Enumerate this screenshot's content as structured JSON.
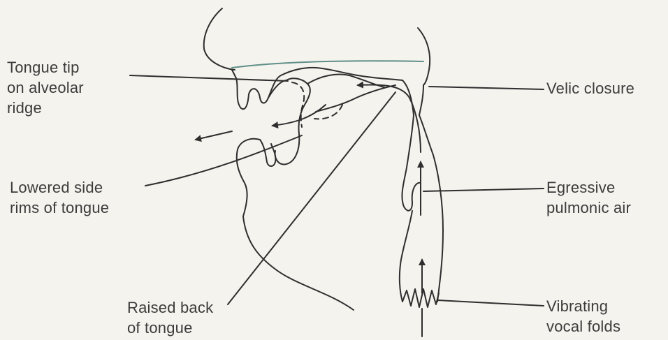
{
  "labels": {
    "tongue_tip": {
      "line1": "Tongue tip",
      "line2": "on alveolar",
      "line3": "ridge"
    },
    "velic_closure": {
      "line1": "Velic closure"
    },
    "lowered_side_rims": {
      "line1": "Lowered side",
      "line2": "rims of tongue"
    },
    "egressive_air": {
      "line1": "Egressive",
      "line2": "pulmonic air"
    },
    "raised_back": {
      "line1": "Raised back",
      "line2": "of tongue"
    },
    "vibrating_folds": {
      "line1": "Vibrating",
      "line2": "vocal folds"
    }
  },
  "colors": {
    "ink": "#2e2e2e",
    "background": "#f4f3ee",
    "palate_accent": "#5f8f88"
  }
}
